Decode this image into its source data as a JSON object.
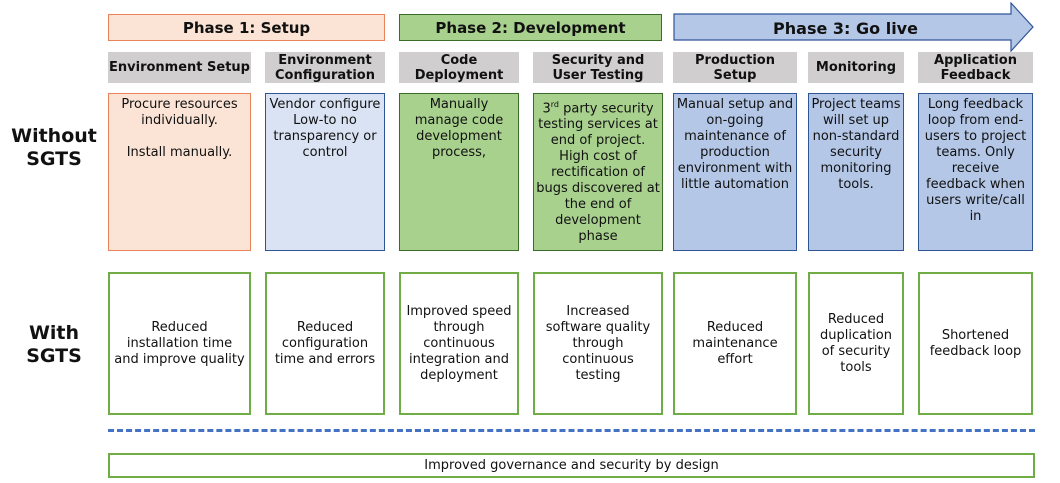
{
  "phases": [
    {
      "label": "Phase 1: Setup"
    },
    {
      "label": "Phase 2: Development"
    },
    {
      "label": "Phase 3: Go live"
    }
  ],
  "row_labels": {
    "without": "Without SGTS",
    "with": "With SGTS"
  },
  "steps": [
    {
      "title": "Environment Setup",
      "without": [
        "Procure resources individually.",
        "Install manually."
      ],
      "with": "Reduced installation time and improve quality"
    },
    {
      "title": "Environment Configuration",
      "without": [
        "Vendor configure Low-to no transparency or control"
      ],
      "with": "Reduced configuration time and errors"
    },
    {
      "title": "Code Deployment",
      "without": [
        "Manually manage code development process,"
      ],
      "with": "Improved speed through continuous integration and deployment"
    },
    {
      "title": "Security and User Testing",
      "without_pre": "3",
      "without_sup": "rd",
      "without_rest": " party security testing services at end of project. High cost of rectification of bugs discovered at the end of development phase",
      "with": "Increased software quality through continuous testing"
    },
    {
      "title": "Production Setup",
      "without": [
        "Manual setup and on-going maintenance of production environment with little automation"
      ],
      "with": "Reduced maintenance effort"
    },
    {
      "title": "Monitoring",
      "without": [
        "Project teams will set up non-standard security monitoring tools."
      ],
      "with": "Reduced duplication of security tools"
    },
    {
      "title": "Application Feedback",
      "without": [
        "Long feedback loop from end-users to project teams. Only receive feedback when users write/call in"
      ],
      "with": "Shortened feedback loop"
    }
  ],
  "footer": "Improved governance and security by design",
  "colors": {
    "phase1": "#fbe3d5",
    "phase2": "#a9d18e",
    "phase3": "#b4c7e7",
    "header": "#d0cece",
    "outline_green": "#70ad47",
    "dash": "#4472c4"
  }
}
